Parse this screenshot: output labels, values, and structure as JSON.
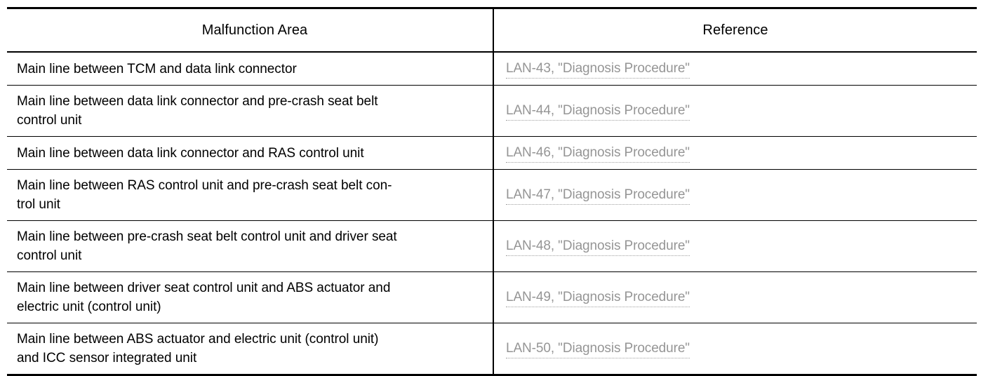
{
  "document": {
    "type": "service-manual-table",
    "background_color": "#ffffff",
    "rule_color": "#000000",
    "link_color": "#8d8d8d"
  },
  "table": {
    "headers": {
      "malfunction_area": "Malfunction Area",
      "reference": "Reference"
    },
    "rows": [
      {
        "malfunction_area": "Main line between TCM and data link connector",
        "reference": "LAN-43, \"Diagnosis Procedure\"",
        "lines": 1
      },
      {
        "malfunction_area": "Main line between data link connector and pre-crash seat belt\ncontrol unit",
        "reference": "LAN-44, \"Diagnosis Procedure\"",
        "lines": 2
      },
      {
        "malfunction_area": "Main line between data link connector and RAS control unit",
        "reference": "LAN-46, \"Diagnosis Procedure\"",
        "lines": 1
      },
      {
        "malfunction_area": "Main line between RAS control unit and pre-crash seat belt con-\ntrol unit",
        "reference": "LAN-47, \"Diagnosis Procedure\"",
        "lines": 2
      },
      {
        "malfunction_area": "Main line between pre-crash seat belt control unit and driver seat\ncontrol unit",
        "reference": "LAN-48, \"Diagnosis Procedure\"",
        "lines": 2
      },
      {
        "malfunction_area": "Main line between driver seat control unit and ABS actuator and\nelectric unit (control unit)",
        "reference": "LAN-49, \"Diagnosis Procedure\"",
        "lines": 2
      },
      {
        "malfunction_area": "Main line between ABS actuator and electric unit (control unit)\nand ICC sensor integrated unit",
        "reference": "LAN-50, \"Diagnosis Procedure\"",
        "lines": 2
      }
    ]
  }
}
